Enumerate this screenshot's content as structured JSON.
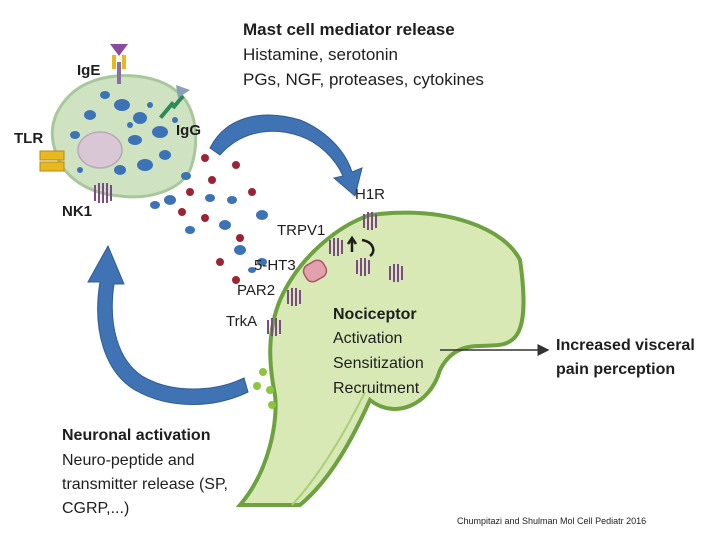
{
  "mast_cell_release": {
    "title": "Mast cell mediator release",
    "line1": "Histamine, serotonin",
    "line2": "PGs, NGF, proteases, cytokines"
  },
  "mast_cell_labels": {
    "ige": "IgE",
    "igg": "IgG",
    "tlr": "TLR",
    "nk1": "NK1"
  },
  "receptor_labels": {
    "h1r": "H1R",
    "trpv1": "TRPV1",
    "ht3": "5-HT3",
    "par2": "PAR2",
    "trka": "TrkA"
  },
  "nociceptor": {
    "title": "Nociceptor",
    "line1": "Activation",
    "line2": "Sensitization",
    "line3": "Recruitment"
  },
  "outcome": {
    "line1": "Increased visceral",
    "line2": "pain perception"
  },
  "neuronal_activation": {
    "title": "Neuronal activation",
    "line1": "Neuro-peptide and",
    "line2": "transmitter release (SP,",
    "line3": "CGRP,...)"
  },
  "credit": "Chumpitazi and Shulman Mol Cell Pediatr  2016",
  "colors": {
    "mast_cell_fill": "#cfe3c3",
    "mast_cell_edge": "#a8c79a",
    "granule_blue": "#3b73b6",
    "granule_red": "#9b2335",
    "nucleus": "#d9c7d6",
    "neuron_fill": "#d8e9b6",
    "neuron_edge": "#6ea13f",
    "arrow_blue": "#3f73b4",
    "receptor_purple": "#7b4b86",
    "ht3_pink": "#e3a2ab",
    "tlr_yellow": "#e8b820",
    "igg_green": "#2e8b57"
  }
}
